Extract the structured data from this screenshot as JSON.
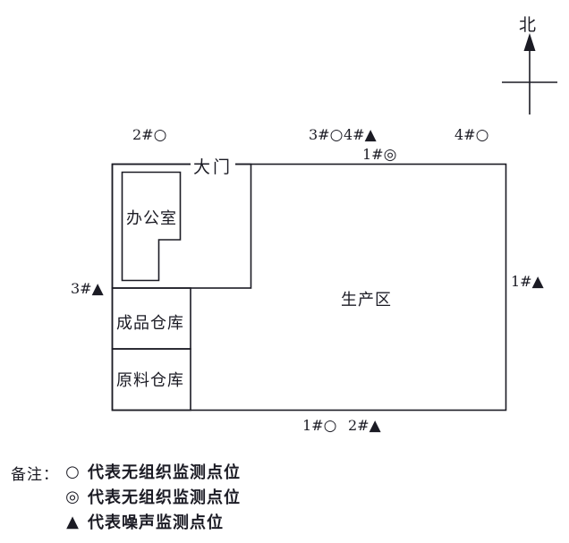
{
  "compass": {
    "north_label": "北"
  },
  "site": {
    "gate_label": "大门",
    "office_label": "办公室",
    "production_label": "生产区",
    "finished_warehouse_label": "成品仓库",
    "raw_warehouse_label": "原料仓库"
  },
  "points": {
    "p2_top": {
      "id": "2#",
      "symbol": "○"
    },
    "p3_top": {
      "id": "3#",
      "symbol": "○"
    },
    "p4_top": {
      "id": "4#",
      "symbol": "▲"
    },
    "p1_gate": {
      "id": "1#",
      "symbol": "◎"
    },
    "p4_topright": {
      "id": "4#",
      "symbol": "○"
    },
    "p3_left": {
      "id": "3#",
      "symbol": "▲"
    },
    "p1_right": {
      "id": "1#",
      "symbol": "▲"
    },
    "p1_bottom": {
      "id": "1#",
      "symbol": "○"
    },
    "p2_bottom": {
      "id": "2#",
      "symbol": "▲"
    }
  },
  "legend": {
    "title": "备注：",
    "items": [
      {
        "symbol": "○",
        "label": "代表无组织监测点位"
      },
      {
        "symbol": "◎",
        "label": "代表无组织监测点位"
      },
      {
        "symbol": "▲",
        "label": "代表噪声监测点位"
      }
    ]
  },
  "colors": {
    "ink": "#1b1b24",
    "background": "#ffffff"
  }
}
